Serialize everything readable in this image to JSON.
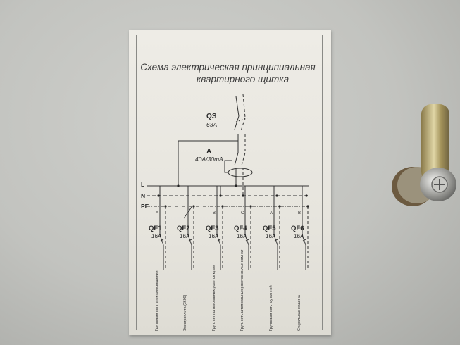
{
  "diagram": {
    "title_line1": "Схема электрическая принципиальная",
    "title_line2": "квартирного щитка",
    "main_switch": {
      "name": "QS",
      "rating": "63А"
    },
    "rcd": {
      "name": "А",
      "rating": "40А/30mA"
    },
    "bus_labels": {
      "line": "L",
      "neutral": "N",
      "earth": "PE"
    },
    "breakers": [
      {
        "name": "QF1",
        "rating": "16А",
        "phase": "А",
        "circuit": "Групповая сеть электроосвещения"
      },
      {
        "name": "QF2",
        "rating": "16А",
        "phase": "",
        "circuit": "Электроплита (3600)"
      },
      {
        "name": "QF3",
        "rating": "16А",
        "phase": "В",
        "circuit": "Груп. сеть штепсельных розеток кухни"
      },
      {
        "name": "QF4",
        "rating": "16А",
        "phase": "С",
        "circuit": "Груп. сеть штепсельных розеток жилых комнат"
      },
      {
        "name": "QF5",
        "rating": "16А",
        "phase": "А",
        "circuit": "Групповая сеть с/у ванной"
      },
      {
        "name": "QF6",
        "rating": "16А",
        "phase": "В",
        "circuit": "Стиральная машина"
      }
    ]
  },
  "colors": {
    "panel": "#c7c8c4",
    "paper": "#ebe9e2",
    "ink": "#2c2c2c"
  },
  "icons": {
    "lock": "cabinet-lock-handle-icon"
  }
}
